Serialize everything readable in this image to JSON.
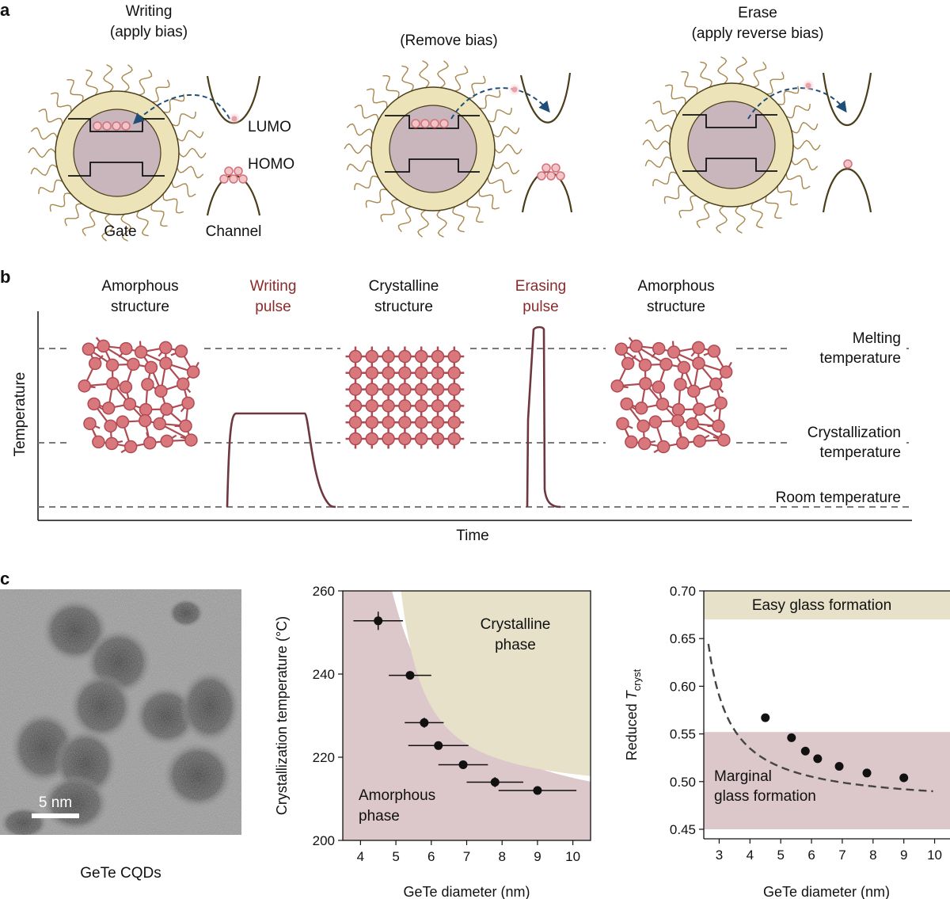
{
  "panel_a": {
    "letter": "a",
    "states": [
      {
        "title_line1": "Writing",
        "title_line2": "(apply bias)"
      },
      {
        "title_line1": "(Remove bias)",
        "title_line2": ""
      },
      {
        "title_line1": "Erase",
        "title_line2": "(apply reverse bias)"
      }
    ],
    "labels": {
      "lumo": "LUMO",
      "homo": "HOMO",
      "gate": "Gate",
      "channel": "Channel"
    },
    "colors": {
      "shell": "#ece3b8",
      "core": "#c9b6bc",
      "ligand": "#a9884e",
      "charge": "#e7a3aa",
      "arrow": "#1f4e79",
      "band": "#4a3d18"
    }
  },
  "panel_b": {
    "letter": "b",
    "headers": [
      {
        "line1": "Amorphous",
        "line2": "structure",
        "color": "#111111"
      },
      {
        "line1": "Writing",
        "line2": "pulse",
        "color": "#8a2a2a"
      },
      {
        "line1": "Crystalline",
        "line2": "structure",
        "color": "#111111"
      },
      {
        "line1": "Erasing",
        "line2": "pulse",
        "color": "#8a2a2a"
      },
      {
        "line1": "Amorphous",
        "line2": "structure",
        "color": "#111111"
      }
    ],
    "levels": [
      {
        "line1": "Melting",
        "line2": "temperature"
      },
      {
        "line1": "Crystallization",
        "line2": "temperature"
      },
      {
        "line1": "Room temperature",
        "line2": ""
      }
    ],
    "ylabel": "Temperature",
    "xlabel": "Time",
    "colors": {
      "atom": "#d9787c",
      "bond": "#b04a52",
      "pulse": "#6e3740"
    }
  },
  "panel_c": {
    "letter": "c",
    "tem": {
      "caption": "GeTe CQDs",
      "scale_bar": "5 nm"
    }
  },
  "chart_data": [
    {
      "type": "scatter",
      "xlabel": "GeTe diameter (nm)",
      "ylabel": "Crystallization temperature (°C)",
      "xlim": [
        3.5,
        10.5
      ],
      "ylim": [
        200,
        260
      ],
      "xticks": [
        4,
        5,
        6,
        7,
        8,
        9,
        10
      ],
      "yticks": [
        200,
        220,
        240,
        260
      ],
      "points": [
        {
          "x": 4.5,
          "y": 252.8,
          "xerr": 0.7,
          "yerr": 2.2
        },
        {
          "x": 5.4,
          "y": 239.7,
          "xerr": 0.6,
          "yerr": 0
        },
        {
          "x": 5.8,
          "y": 228.3,
          "xerr": 0.55,
          "yerr": 1.2
        },
        {
          "x": 6.2,
          "y": 222.8,
          "xerr": 0.85,
          "yerr": 0
        },
        {
          "x": 6.9,
          "y": 218.2,
          "xerr": 0.7,
          "yerr": 0
        },
        {
          "x": 7.8,
          "y": 214.0,
          "xerr": 0.8,
          "yerr": 1.2
        },
        {
          "x": 9.0,
          "y": 212.0,
          "xerr": 1.1,
          "yerr": 0
        }
      ],
      "regions": [
        {
          "label_line1": "Crystalline",
          "label_line2": "phase",
          "color": "#e6e1c8"
        },
        {
          "label_line1": "Amorphous",
          "label_line2": "phase",
          "color": "#dcc7cb"
        }
      ]
    },
    {
      "type": "scatter",
      "xlabel": "GeTe diameter (nm)",
      "ylabel_prefix": "Reduced ",
      "ylabel_italic": "T",
      "ylabel_sub": "cryst",
      "xlim": [
        2.5,
        10.5
      ],
      "ylim": [
        0.44,
        0.7
      ],
      "xticks": [
        3,
        4,
        5,
        6,
        7,
        8,
        9,
        10
      ],
      "yticks": [
        0.45,
        0.5,
        0.55,
        0.6,
        0.65,
        0.7
      ],
      "ytick_labels": [
        "0.45",
        "0.50",
        "0.55",
        "0.60",
        "0.65",
        "0.70"
      ],
      "points": [
        {
          "x": 4.5,
          "y": 0.567
        },
        {
          "x": 5.35,
          "y": 0.546
        },
        {
          "x": 5.8,
          "y": 0.532
        },
        {
          "x": 6.2,
          "y": 0.524
        },
        {
          "x": 6.9,
          "y": 0.516
        },
        {
          "x": 7.8,
          "y": 0.509
        },
        {
          "x": 9.0,
          "y": 0.504
        }
      ],
      "bands": [
        {
          "label_line1": "Easy glass formation",
          "label_line2": "",
          "from": 0.67,
          "to": 0.7,
          "color": "#e6e1c8"
        },
        {
          "label_line1": "Marginal",
          "label_line2": "glass formation",
          "from": 0.45,
          "to": 0.552,
          "color": "#dcc7cb"
        }
      ]
    }
  ]
}
